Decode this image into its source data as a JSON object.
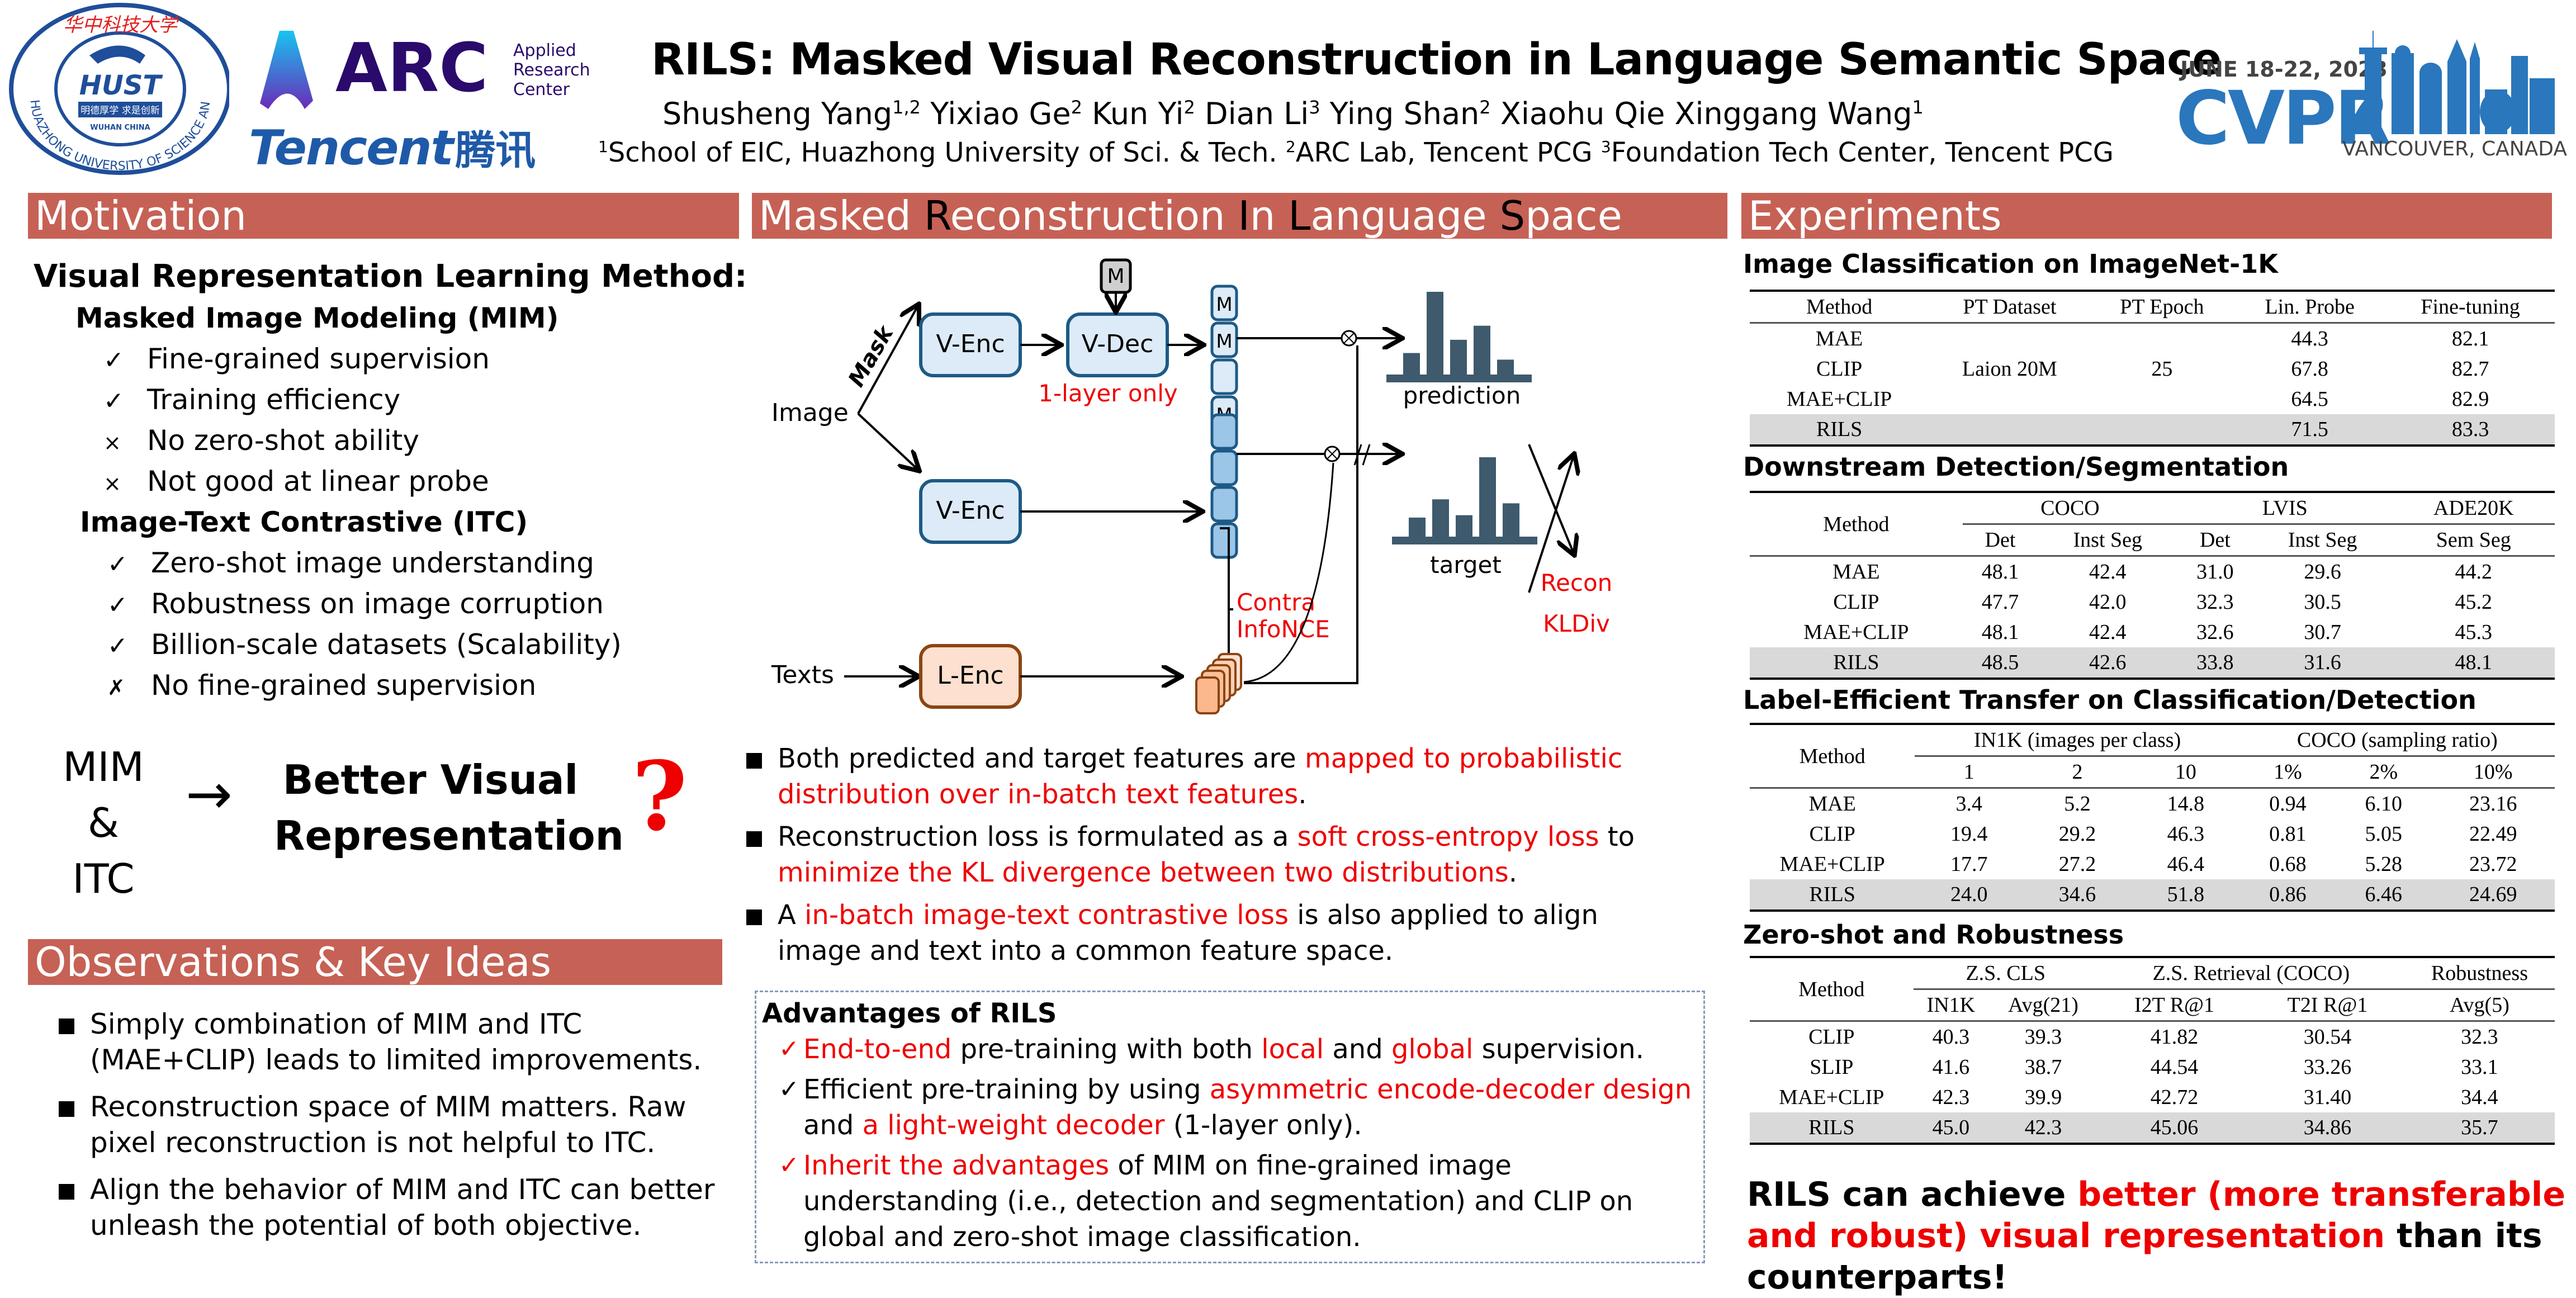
{
  "header": {
    "title": "RILS: Masked Visual Reconstruction in Language Semantic Space",
    "authors": [
      {
        "name": "Shusheng Yang",
        "aff": "1,2"
      },
      {
        "name": "Yixiao Ge",
        "aff": "2"
      },
      {
        "name": "Kun Yi",
        "aff": "2"
      },
      {
        "name": "Dian Li",
        "aff": "3"
      },
      {
        "name": "Ying Shan",
        "aff": "2"
      },
      {
        "name": "Xiaohu Qie",
        "aff": ""
      },
      {
        "name": "Xinggang Wang",
        "aff": "1"
      }
    ],
    "affiliations": [
      {
        "num": "1",
        "text": "School of EIC, Huazhong University of Sci. & Tech."
      },
      {
        "num": "2",
        "text": "ARC Lab, Tencent PCG"
      },
      {
        "num": "3",
        "text": "Foundation Tech Center, Tencent PCG"
      }
    ],
    "logos": {
      "hust": {
        "top_text": "华中科技大学",
        "ring_text": "HUAZHONG UNIVERSITY OF SCIENCE AND TECHNOLOGY",
        "center": "HUST",
        "motto": "明德厚学 求是创新",
        "city": "WUHAN CHINA"
      },
      "arc": {
        "name": "ARC",
        "sub": [
          "Applied",
          "Research",
          "Center"
        ]
      },
      "tencent": {
        "name": "Tencent",
        "cn": "腾讯"
      },
      "cvpr": {
        "dates": "JUNE 18-22, 2023",
        "name": "CVPR",
        "location": "VANCOUVER, CANADA"
      }
    }
  },
  "motivation": {
    "header": "Motivation",
    "heading": "Visual Representation Learning Method:",
    "groups": [
      {
        "title": "Masked Image Modeling (MIM)",
        "items": [
          {
            "mark": "✓",
            "text": "Fine-grained supervision"
          },
          {
            "mark": "✓",
            "text": "Training efficiency"
          },
          {
            "mark": "×",
            "text": "No zero-shot ability"
          },
          {
            "mark": "×",
            "text": "Not good at linear probe"
          }
        ]
      },
      {
        "title": "Image-Text Contrastive (ITC)",
        "items": [
          {
            "mark": "✓",
            "text": "Zero-shot image understanding"
          },
          {
            "mark": "✓",
            "text": "Robustness on image corruption"
          },
          {
            "mark": "✓",
            "text": "Billion-scale datasets (Scalability)"
          },
          {
            "mark": "✗",
            "text": "No fine-grained supervision"
          }
        ]
      }
    ],
    "question": {
      "left": [
        "MIM",
        "&",
        "ITC"
      ],
      "arrow": "→",
      "right": [
        "Better Visual",
        "Representation"
      ],
      "qmark": "?"
    }
  },
  "observations": {
    "header": "Observations & Key Ideas",
    "items": [
      "Simply combination of MIM and ITC (MAE+CLIP) leads to limited improvements.",
      "Reconstruction space of MIM matters. Raw pixel reconstruction is not helpful to ITC.",
      "Align the behavior of MIM and ITC can better unleash the potential of both objective."
    ]
  },
  "method": {
    "header_parts": [
      {
        "text": "Masked ",
        "dark": false
      },
      {
        "text": "R",
        "dark": true
      },
      {
        "text": "econstruction ",
        "dark": false
      },
      {
        "text": "I",
        "dark": true
      },
      {
        "text": "n ",
        "dark": false
      },
      {
        "text": "L",
        "dark": true
      },
      {
        "text": "anguage ",
        "dark": false
      },
      {
        "text": "S",
        "dark": true
      },
      {
        "text": "pace",
        "dark": false
      }
    ],
    "diagram": {
      "image_label": "Image",
      "texts_label": "Texts",
      "mask_label": "Mask",
      "venc_label": "V-Enc",
      "vdec_label": "V-Dec",
      "lenc_label": "L-Enc",
      "mask_token": "M",
      "decoder_note": "1-layer only",
      "pred_tokens": [
        "M",
        "M",
        "",
        "M"
      ],
      "prediction_label": "prediction",
      "target_label": "target",
      "recon_label": [
        "Recon",
        "KLDiv"
      ],
      "contra_label": [
        "Contra",
        "InfoNCE"
      ],
      "prediction_bars": [
        0.26,
        1.0,
        0.42,
        0.59,
        0.18
      ],
      "target_bars": [
        0.24,
        0.47,
        0.27,
        1.0,
        0.42
      ]
    },
    "bullets": [
      [
        {
          "t": "Both predicted and target features are ",
          "red": false
        },
        {
          "t": "mapped to probabilistic distribution over in-batch text features",
          "red": true
        },
        {
          "t": ".",
          "red": false
        }
      ],
      [
        {
          "t": "Reconstruction loss is formulated as a ",
          "red": false
        },
        {
          "t": "soft cross-entropy loss",
          "red": true
        },
        {
          "t": " to ",
          "red": false
        },
        {
          "t": "minimize the KL divergence between two distributions",
          "red": true
        },
        {
          "t": ".",
          "red": false
        }
      ],
      [
        {
          "t": "A ",
          "red": false
        },
        {
          "t": "in-batch image-text contrastive loss",
          "red": true
        },
        {
          "t": " is also applied to align image and text into a common feature space.",
          "red": false
        }
      ]
    ],
    "advantages": {
      "title": "Advantages of RILS",
      "items": [
        {
          "mark_red": true,
          "parts": [
            {
              "t": "End-to-end",
              "red": true
            },
            {
              "t": " pre-training with both ",
              "red": false
            },
            {
              "t": "local",
              "red": true
            },
            {
              "t": " and ",
              "red": false
            },
            {
              "t": "global",
              "red": true
            },
            {
              "t": " supervision.",
              "red": false
            }
          ]
        },
        {
          "mark_red": false,
          "parts": [
            {
              "t": "Efficient pre-training by using ",
              "red": false
            },
            {
              "t": "asymmetric encode-decoder design",
              "red": true
            },
            {
              "t": " and ",
              "red": false
            },
            {
              "t": "a light-weight decoder",
              "red": true
            },
            {
              "t": " (1-layer only).",
              "red": false
            }
          ]
        },
        {
          "mark_red": true,
          "parts": [
            {
              "t": "Inherit the advantages",
              "red": true
            },
            {
              "t": " of MIM on fine-grained image understanding (i.e., detection and segmentation) and CLIP on global and zero-shot image classification.",
              "red": false
            }
          ]
        }
      ]
    }
  },
  "experiments": {
    "header": "Experiments",
    "cls": {
      "title": "Image Classification on ImageNet-1K",
      "columns": [
        "Method",
        "PT Dataset",
        "PT Epoch",
        "Lin. Probe",
        "Fine-tuning"
      ],
      "shared": {
        "dataset": "Laion 20M",
        "epoch": "25"
      },
      "rows": [
        {
          "method": "MAE",
          "lin": "44.3",
          "ft": "82.1"
        },
        {
          "method": "CLIP",
          "lin": "67.8",
          "ft": "82.7"
        },
        {
          "method": "MAE+CLIP",
          "lin": "64.5",
          "ft": "82.9"
        },
        {
          "method": "RILS",
          "lin": "71.5",
          "ft": "83.3"
        }
      ]
    },
    "det": {
      "title": "Downstream Detection/Segmentation",
      "groups": [
        "COCO",
        "LVIS",
        "ADE20K"
      ],
      "columns": [
        "Det",
        "Inst Seg",
        "Det",
        "Inst Seg",
        "Sem Seg"
      ],
      "method_label": "Method",
      "rows": [
        {
          "method": "MAE",
          "vals": [
            "48.1",
            "42.4",
            "31.0",
            "29.6",
            "44.2"
          ]
        },
        {
          "method": "CLIP",
          "vals": [
            "47.7",
            "42.0",
            "32.3",
            "30.5",
            "45.2"
          ]
        },
        {
          "method": "MAE+CLIP",
          "vals": [
            "48.1",
            "42.4",
            "32.6",
            "30.7",
            "45.3"
          ]
        },
        {
          "method": "RILS",
          "vals": [
            "48.5",
            "42.6",
            "33.8",
            "31.6",
            "48.1"
          ]
        }
      ]
    },
    "label_eff": {
      "title": "Label-Efficient Transfer on Classification/Detection",
      "groups": [
        "IN1K (images per class)",
        "COCO (sampling ratio)"
      ],
      "columns": [
        "1",
        "2",
        "10",
        "1%",
        "2%",
        "10%"
      ],
      "method_label": "Method",
      "rows": [
        {
          "method": "MAE",
          "vals": [
            "3.4",
            "5.2",
            "14.8",
            "0.94",
            "6.10",
            "23.16"
          ]
        },
        {
          "method": "CLIP",
          "vals": [
            "19.4",
            "29.2",
            "46.3",
            "0.81",
            "5.05",
            "22.49"
          ]
        },
        {
          "method": "MAE+CLIP",
          "vals": [
            "17.7",
            "27.2",
            "46.4",
            "0.68",
            "5.28",
            "23.72"
          ]
        },
        {
          "method": "RILS",
          "vals": [
            "24.0",
            "34.6",
            "51.8",
            "0.86",
            "6.46",
            "24.69"
          ]
        }
      ]
    },
    "zeroshot": {
      "title": "Zero-shot and Robustness",
      "groups": [
        "Z.S. CLS",
        "Z.S. Retrieval (COCO)",
        "Robustness"
      ],
      "columns": [
        "IN1K",
        "Avg(21)",
        "I2T R@1",
        "T2I R@1",
        "Avg(5)"
      ],
      "method_label": "Method",
      "rows": [
        {
          "method": "CLIP",
          "vals": [
            "40.3",
            "39.3",
            "41.82",
            "30.54",
            "32.3"
          ]
        },
        {
          "method": "SLIP",
          "vals": [
            "41.6",
            "38.7",
            "44.54",
            "33.26",
            "33.1"
          ]
        },
        {
          "method": "MAE+CLIP",
          "vals": [
            "42.3",
            "39.9",
            "42.72",
            "31.40",
            "34.4"
          ]
        },
        {
          "method": "RILS",
          "vals": [
            "45.0",
            "42.3",
            "45.06",
            "34.86",
            "35.7"
          ]
        }
      ]
    },
    "conclusion": [
      {
        "t": "RILS can achieve ",
        "red": false
      },
      {
        "t": "better (more transferable and robust) visual representation",
        "red": true
      },
      {
        "t": " than its counterparts!",
        "red": false
      }
    ]
  },
  "colors": {
    "section_bar": "#C66155",
    "accent_red": "#ee0000",
    "hust_blue": "#1f4e9a",
    "arc_purple": "#2a0a6b",
    "tencent_blue": "#1e5aa8",
    "cvpr_blue": "#2a77bd",
    "hist_bar": "#3e5a6c",
    "token_light": "#dcebf7",
    "token_dark": "#9bc6e8",
    "token_border": "#1d5a86",
    "lenc_fill": "#fde0cf",
    "lenc_border": "#8b4513",
    "text_token_fill": "#fbb88c"
  },
  "chart_data": [
    {
      "type": "bar",
      "title": "prediction",
      "categories": [
        "1",
        "2",
        "3",
        "4",
        "5"
      ],
      "values": [
        0.26,
        1.0,
        0.42,
        0.59,
        0.18
      ],
      "xlabel": "",
      "ylabel": ""
    },
    {
      "type": "bar",
      "title": "target",
      "categories": [
        "1",
        "2",
        "3",
        "4",
        "5"
      ],
      "values": [
        0.24,
        0.47,
        0.27,
        1.0,
        0.42
      ],
      "xlabel": "",
      "ylabel": ""
    }
  ]
}
